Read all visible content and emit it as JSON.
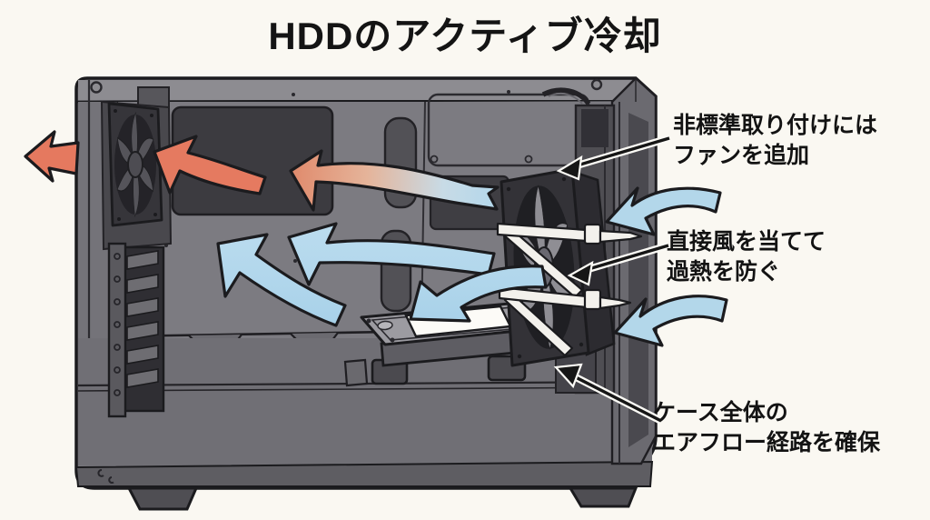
{
  "title": "HDDのアクティブ冷却",
  "annotations": {
    "add_fan": {
      "line1": "非標準取り付けには",
      "line2": "ファンを追加"
    },
    "direct_airflow": {
      "line1": "直接風を当てて",
      "line2": "過熱を防ぐ"
    },
    "case_airflow": {
      "line1": "ケース全体の",
      "line2": "エアフロー経路を確保"
    }
  },
  "colors": {
    "background": "#faf8f2",
    "hot_air": "#e57a60",
    "cool_air": "#b3d7ea",
    "case_body": "#7c7b81",
    "outline": "#1b1b1e"
  }
}
